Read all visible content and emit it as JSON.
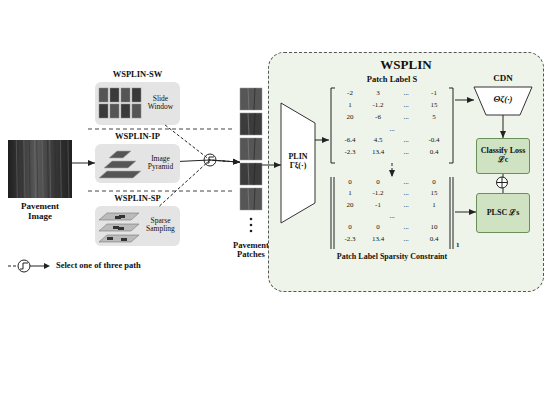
{
  "diagram": {
    "nodes": [
      {
        "text": [
          "Pavement Image"
        ]
      },
      {
        "text": [
          "WSPLIN-SW",
          "Slide Window"
        ]
      },
      {
        "text": [
          "WSPLIN-IP",
          "Image Pyramid"
        ]
      },
      {
        "text": [
          "WSPLIN-SP",
          "Sparse Sampling"
        ]
      },
      {
        "text": [
          "Pavement Patches"
        ]
      },
      {
        "text": [
          "WSPLIN"
        ]
      },
      {
        "text": [
          "PLIN Γξ(·)"
        ],
        "in": 5
      },
      {
        "text": [
          "Patch Label S",
          "-2",
          "3",
          "...",
          "-1",
          "1",
          "-1.2",
          "...",
          "15",
          "20",
          "-6",
          "...",
          "5",
          "...",
          "-6.4",
          "4.5",
          "...",
          "-0.4",
          "-2.3",
          "13.4",
          "...",
          "0.4"
        ],
        "in": 5
      },
      {
        "text": [
          "Patch Label Sparsity Constraint",
          "0",
          "0",
          "...",
          "0",
          "1",
          "-1.2",
          "...",
          "15",
          "20",
          "-1",
          "...",
          "1",
          "...",
          "0",
          "0",
          "...",
          "10",
          "-2.3",
          "13.4",
          "...",
          "0.4",
          "1"
        ],
        "in": 5
      },
      {
        "text": [
          "CDN",
          "Θζ(·)"
        ],
        "in": 5
      },
      {
        "text": [
          "Classify Loss ℒc"
        ],
        "in": 5
      },
      {
        "text": [
          "PLSC ℒs"
        ],
        "in": 5
      }
    ],
    "edges": [
      {
        "from": 0,
        "to": 2,
        "arrow": "to"
      },
      {
        "from": 1,
        "to": 4,
        "arrow": "to"
      },
      {
        "from": 2,
        "to": 4,
        "arrow": "to"
      },
      {
        "from": 3,
        "to": 4,
        "arrow": "to"
      },
      {
        "from": 4,
        "to": 6,
        "arrow": "to"
      },
      {
        "from": 6,
        "to": 7,
        "arrow": "to"
      },
      {
        "from": 7,
        "to": 8,
        "arrow": "to"
      },
      {
        "from": 7,
        "to": 9,
        "arrow": "to"
      },
      {
        "from": 9,
        "to": 10,
        "arrow": "to"
      },
      {
        "from": 8,
        "to": 11,
        "arrow": "to"
      },
      {
        "from": 10,
        "to": 11,
        "arrow": "none"
      }
    ],
    "legend": [
      {
        "text": "Select one of three path"
      }
    ]
  }
}
